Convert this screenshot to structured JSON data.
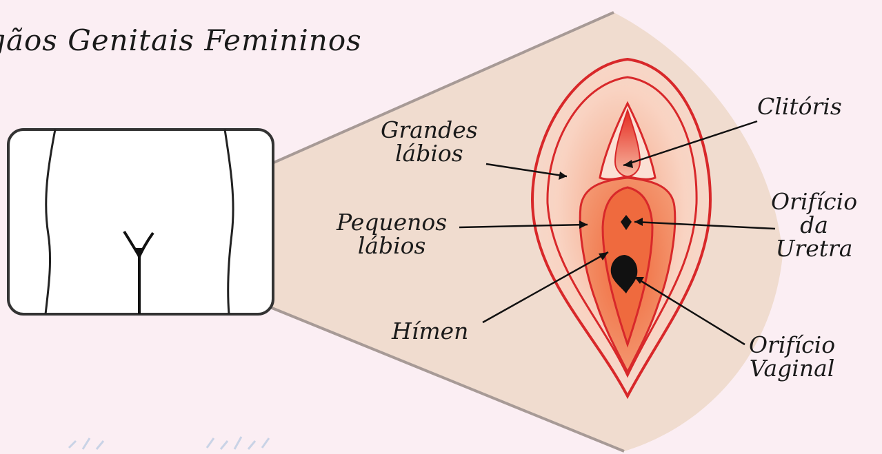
{
  "title": "rgãos Genitais Femininos",
  "labels": {
    "grandes_labios": [
      "Grandes",
      "lábios"
    ],
    "pequenos_labios": [
      "Pequenos",
      "lábios"
    ],
    "himen": [
      "Hímen"
    ],
    "clitoris": [
      "Clitóris"
    ],
    "orificio_uretra": [
      "Orifício",
      "da",
      "Uretra"
    ],
    "orificio_vaginal": [
      "Orifício",
      "Vaginal"
    ]
  },
  "colors": {
    "background": "#fbeef3",
    "zoom_cone": "#f0dccf",
    "outline_red": "#d8282a",
    "outer_tissue": "#f9d6c6",
    "inner_tissue": "#f07b4c",
    "clitoris_fill": "#e63a28",
    "opening_fill": "#111111"
  }
}
